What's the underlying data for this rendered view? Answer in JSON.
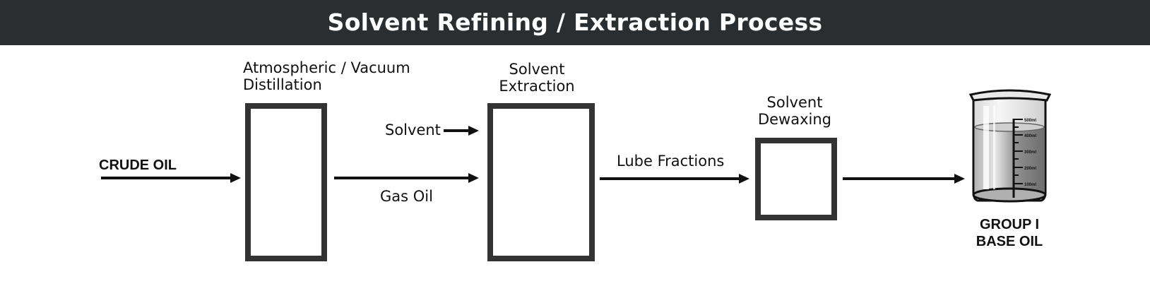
{
  "header": {
    "title": "Solvent Refining / Extraction Process"
  },
  "inputs": {
    "crude_oil": "CRUDE OIL"
  },
  "stages": {
    "distillation": {
      "line1": "Atmospheric / Vacuum",
      "line2": "Distillation"
    },
    "extraction": {
      "line1": "Solvent",
      "line2": "Extraction"
    },
    "dewaxing": {
      "line1": "Solvent",
      "line2": "Dewaxing"
    }
  },
  "flows": {
    "solvent": "Solvent",
    "gas_oil": "Gas Oil",
    "lube_fractions": "Lube Fractions"
  },
  "output": {
    "line1": "GROUP I",
    "line2": "BASE OIL"
  },
  "beaker": {
    "marks": [
      "500ml",
      "400ml",
      "300ml",
      "200ml",
      "100ml"
    ]
  },
  "colors": {
    "header_bg": "#2a2e31",
    "block_border": "#333333"
  }
}
